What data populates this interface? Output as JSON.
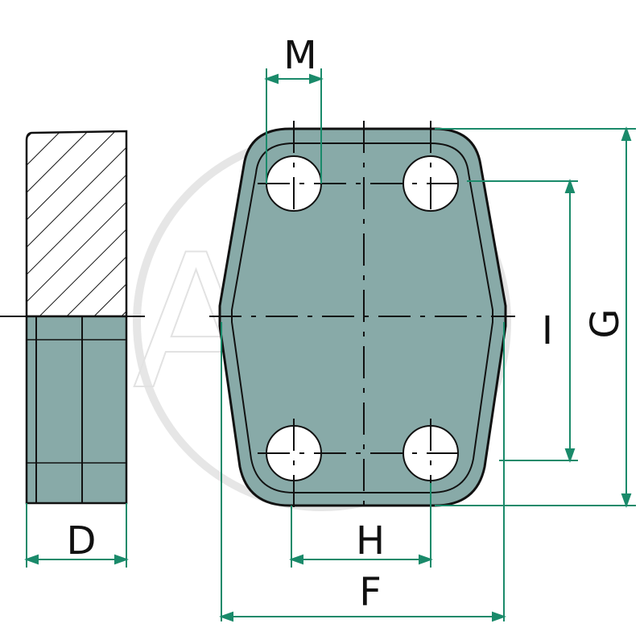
{
  "watermark": "AGP",
  "labels": {
    "M": "M",
    "D": "D",
    "H": "H",
    "F": "F",
    "I": "I",
    "G": "G"
  },
  "colors": {
    "part_fill": "#88aaa8",
    "dimension_line": "#1a8a6a",
    "outline": "#111111"
  }
}
